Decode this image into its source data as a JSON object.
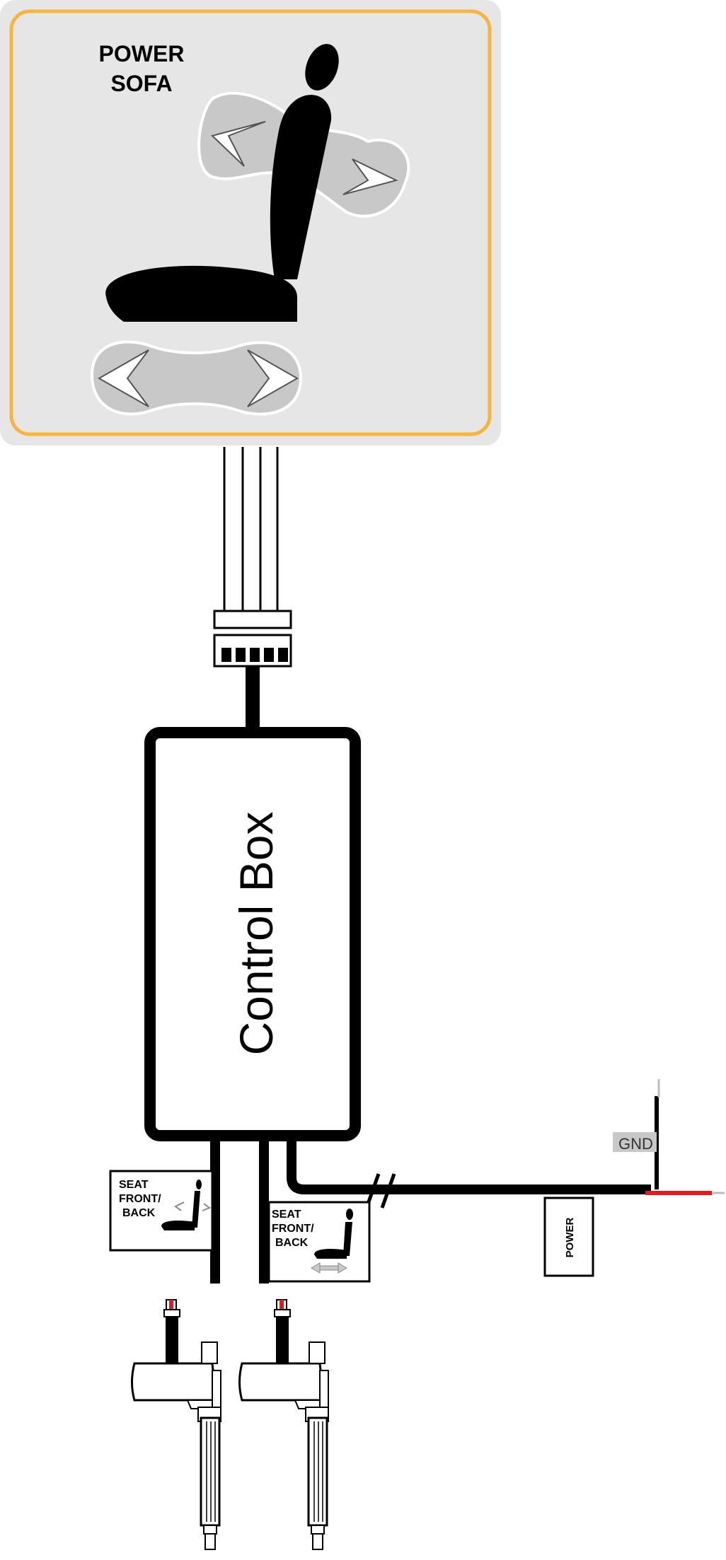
{
  "panel": {
    "title_line1": "POWER",
    "title_line2": "SOFA",
    "frame_color": "#f7b440",
    "background": "#e6e6e6"
  },
  "control_box": {
    "label": "Control Box"
  },
  "switches": [
    {
      "line1": "SEAT",
      "line2": "FRONT/",
      "line3": "BACK"
    },
    {
      "line1": "SEAT",
      "line2": "FRONT/",
      "line3": "BACK"
    }
  ],
  "power_block": {
    "label": "POWER"
  },
  "ground": {
    "label": "GND",
    "wire_color": "#000000"
  },
  "positive_wire": {
    "color": "#e01b22"
  },
  "icons": [
    "seat-icon",
    "arrow-left-right-icon",
    "arrow-recline-icon",
    "linear-actuator-icon"
  ]
}
